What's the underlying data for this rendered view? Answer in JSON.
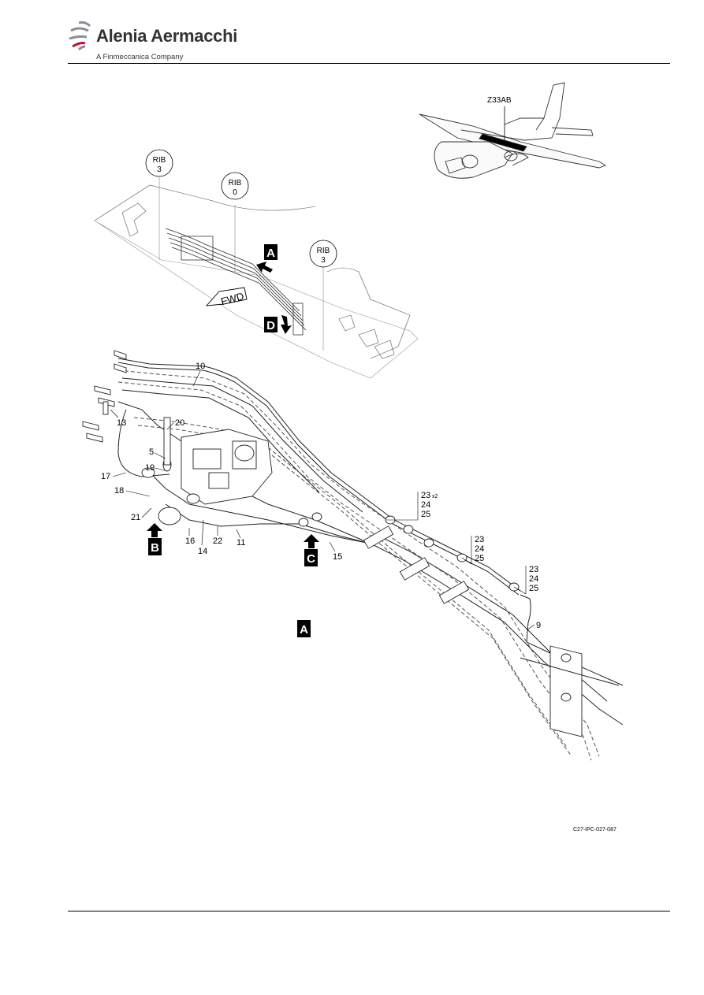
{
  "header": {
    "brand_name": "Alenia Aermacchi",
    "brand_tagline": "A Finmeccanica Company",
    "brand_color": "#c8102e",
    "logo_icon": "swoosh-logo-icon"
  },
  "figure": {
    "zone_label": "Z33AB",
    "rib_labels": [
      {
        "rib": "RIB",
        "num": "3"
      },
      {
        "rib": "RIB",
        "num": "0"
      },
      {
        "rib": "RIB",
        "num": "3"
      }
    ],
    "fwd_label": "FWD",
    "view_flags": [
      "A",
      "D",
      "B",
      "C",
      "A"
    ],
    "item_callouts": [
      "10",
      "13",
      "20",
      "5",
      "19",
      "17",
      "18",
      "21",
      "16",
      "14",
      "22",
      "11",
      "15",
      "23",
      "24",
      "25",
      "23",
      "24",
      "25",
      "23",
      "24",
      "25",
      "9"
    ],
    "x2_note": "x2",
    "figure_id": "C27-IPC-027-087"
  }
}
